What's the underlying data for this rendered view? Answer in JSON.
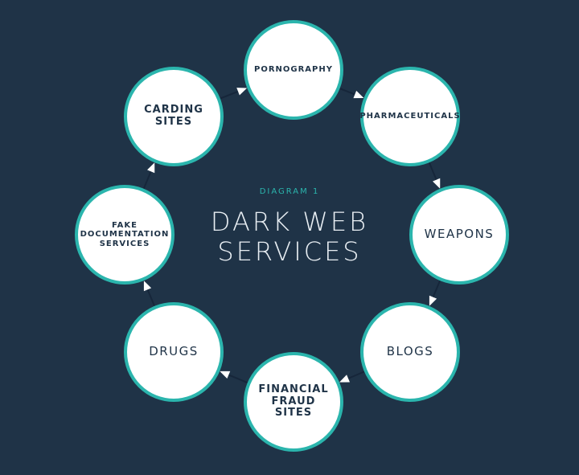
{
  "diagram": {
    "label": "DIAGRAM 1",
    "title_line1": "DARK WEB",
    "title_line2": "SERVICES",
    "colors": {
      "background": "#1f3347",
      "accent": "#2bb5ad",
      "node_fill": "#ffffff",
      "node_text": "#1f3347",
      "title_text": "#e8eef3"
    },
    "nodes": [
      {
        "id": "pornography",
        "label": "PORNOGRAPHY"
      },
      {
        "id": "pharmaceuticals",
        "label": "PHARMACEUTICALS"
      },
      {
        "id": "weapons",
        "label": "WEAPONS"
      },
      {
        "id": "blogs",
        "label": "BLOGS"
      },
      {
        "id": "financial-fraud-sites",
        "label": "FINANCIAL\nFRAUD\nSITES"
      },
      {
        "id": "drugs",
        "label": "DRUGS"
      },
      {
        "id": "fake-documentation-services",
        "label": "FAKE\nDOCUMENTATION\nSERVICES"
      },
      {
        "id": "carding-sites",
        "label": "CARDING\nSITES"
      }
    ],
    "edges": [
      {
        "from": "carding-sites",
        "to": "pornography"
      },
      {
        "from": "pornography",
        "to": "pharmaceuticals"
      },
      {
        "from": "pharmaceuticals",
        "to": "weapons"
      },
      {
        "from": "weapons",
        "to": "blogs"
      },
      {
        "from": "blogs",
        "to": "financial-fraud-sites"
      },
      {
        "from": "financial-fraud-sites",
        "to": "drugs"
      },
      {
        "from": "drugs",
        "to": "fake-documentation-services"
      },
      {
        "from": "fake-documentation-services",
        "to": "carding-sites"
      }
    ]
  }
}
